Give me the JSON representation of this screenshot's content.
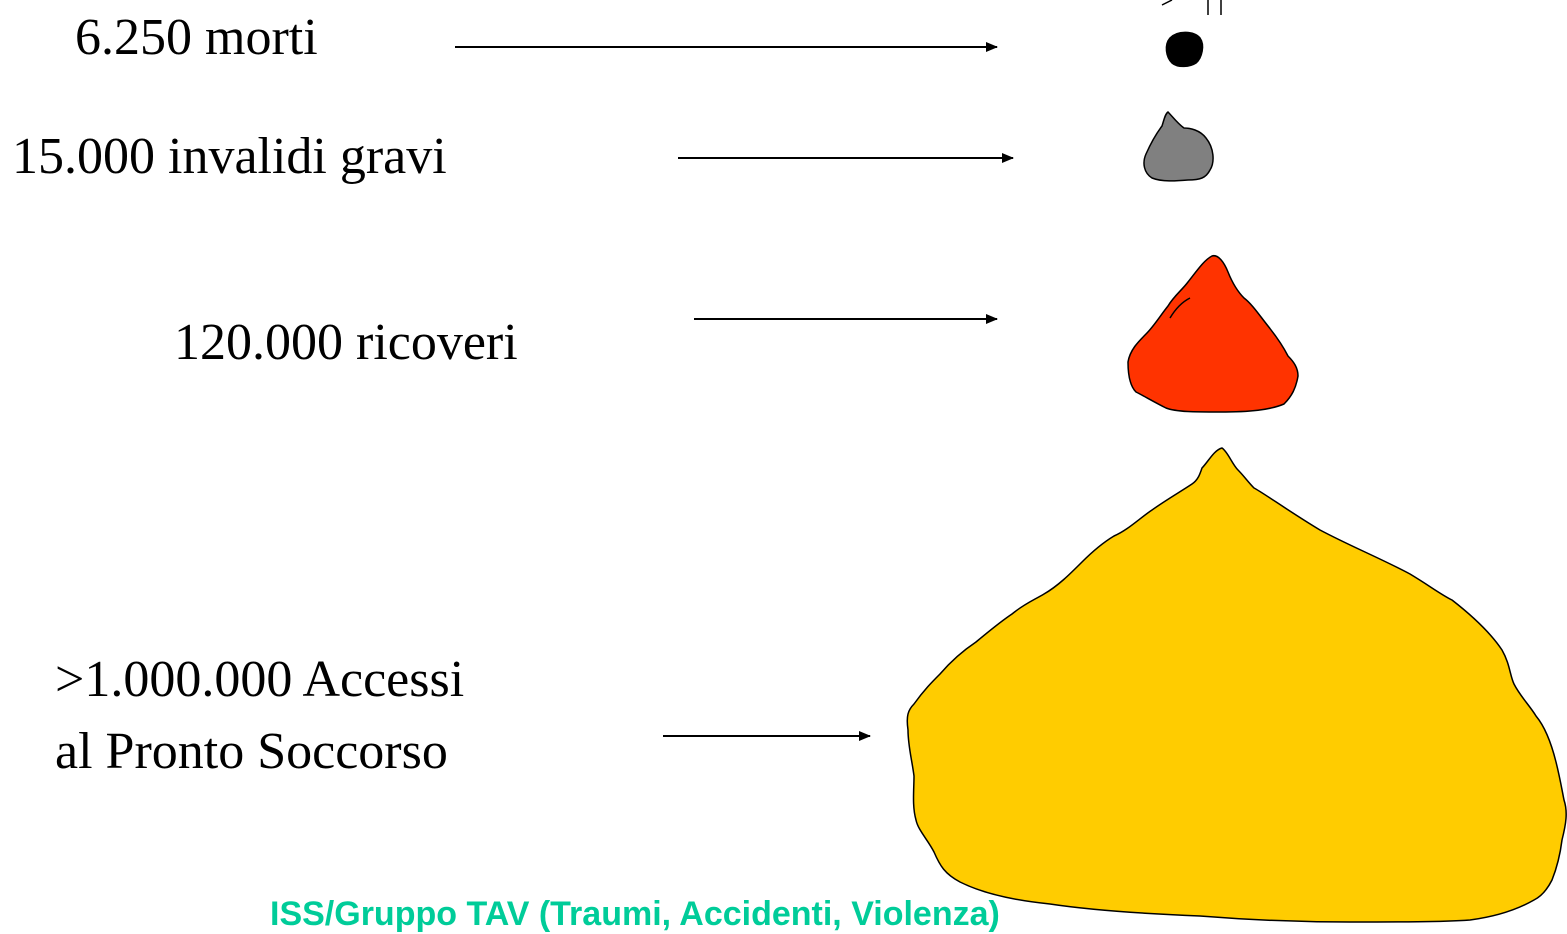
{
  "labels": {
    "deaths": "6.250 morti",
    "disabled": "15.000 invalidi gravi",
    "hospitalizations": "120.000 ricoveri",
    "er_line1": ">1.000.000 Accessi",
    "er_line2": "al Pronto Soccorso"
  },
  "footer": "ISS/Gruppo TAV (Traumi, Accidenti, Violenza)",
  "colors": {
    "deaths": "#000000",
    "disabled": "#808080",
    "hospitalizations": "#FF3300",
    "er": "#FFCC00",
    "footer": "#00CC99"
  }
}
